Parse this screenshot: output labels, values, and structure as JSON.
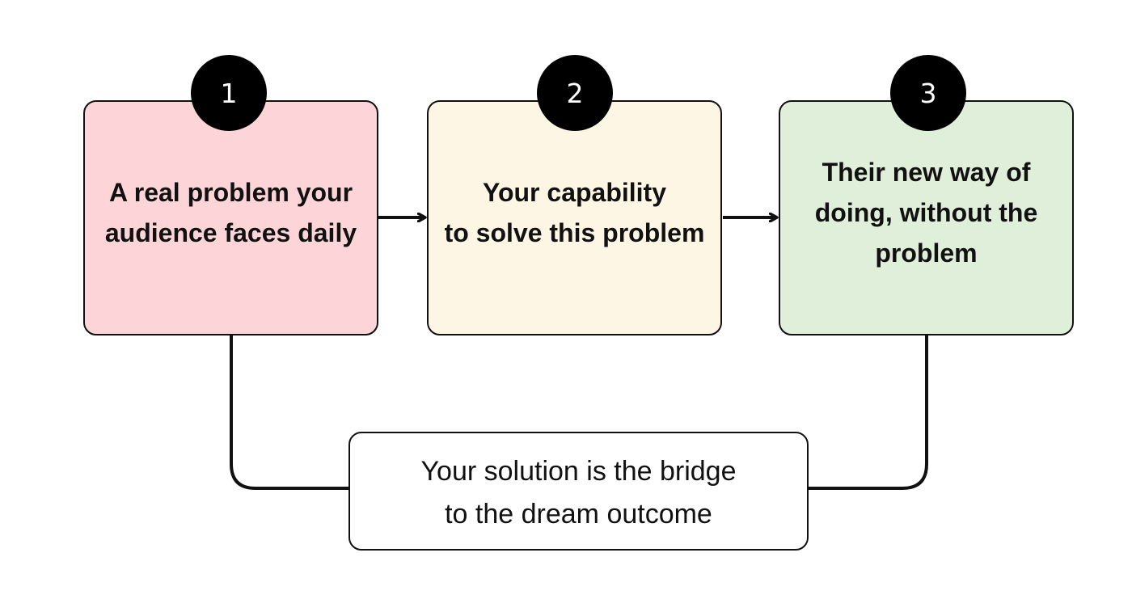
{
  "colors": {
    "stroke": "#111111",
    "badge": "#000000",
    "step1_fill": "#fdd5d8",
    "step2_fill": "#fdf6e4",
    "step3_fill": "#e0efd9",
    "bridge_fill": "#ffffff"
  },
  "steps": [
    {
      "number": "1",
      "lines": [
        "A real problem your",
        "audience faces daily"
      ]
    },
    {
      "number": "2",
      "lines": [
        "Your capability",
        "to solve this problem"
      ]
    },
    {
      "number": "3",
      "lines": [
        "Their new way of",
        "doing, without the",
        "problem"
      ]
    }
  ],
  "bridge": {
    "lines": [
      "Your solution is the bridge",
      "to the dream outcome"
    ]
  }
}
